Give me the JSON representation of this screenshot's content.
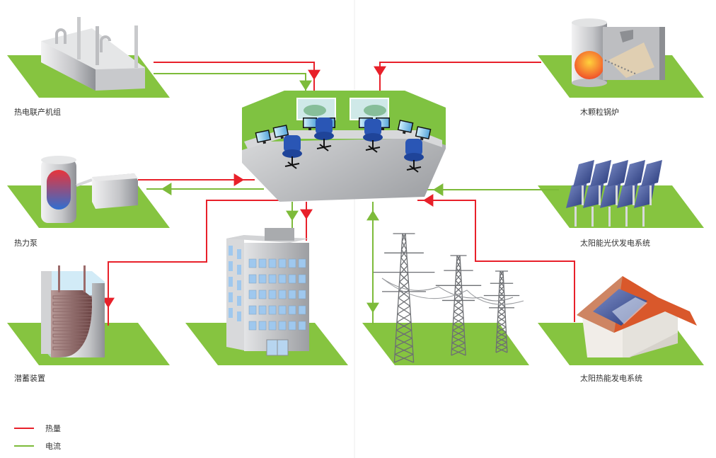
{
  "colors": {
    "heat": "#e8202a",
    "electricity": "#7dbb3a",
    "ground": "#86c440",
    "floor": "#b9bbbe",
    "wall": "#7fc241",
    "metal": "#c9cacc",
    "chair": "#2a56b5",
    "panel": "#3b4f93",
    "roof": "#d9582b",
    "window": "#9fc8ee"
  },
  "nodes": {
    "chp": {
      "label": "热电联产机组",
      "icon": "chp-plant-icon"
    },
    "heat_pump": {
      "label": "热力泵",
      "icon": "heat-pump-icon"
    },
    "storage": {
      "label": "潜蓄装置",
      "icon": "storage-tank-icon"
    },
    "building": {
      "label": "",
      "icon": "office-building-icon"
    },
    "grid": {
      "label": "",
      "icon": "power-tower-icon"
    },
    "pellet_boiler": {
      "label": "木颗粒锅炉",
      "icon": "pellet-boiler-icon"
    },
    "pv": {
      "label": "太阳能光伏发电系统",
      "icon": "solar-panel-icon"
    },
    "solar_thermal": {
      "label": "太阳热能发电系统",
      "icon": "solar-house-icon"
    },
    "control": {
      "label": "",
      "icon": "control-room-icon"
    }
  },
  "flows": [
    {
      "from": "chp",
      "to": "control",
      "type": "heat"
    },
    {
      "from": "chp",
      "to": "control",
      "type": "electricity"
    },
    {
      "from": "pellet_boiler",
      "to": "control",
      "type": "heat"
    },
    {
      "from": "heat_pump",
      "to": "control",
      "type": "heat"
    },
    {
      "from": "control",
      "to": "heat_pump",
      "type": "electricity"
    },
    {
      "from": "control",
      "to": "storage",
      "type": "heat"
    },
    {
      "from": "control",
      "to": "building",
      "type": "electricity"
    },
    {
      "from": "control",
      "to": "building",
      "type": "heat"
    },
    {
      "from": "grid",
      "to": "control",
      "type": "electricity"
    },
    {
      "from": "control",
      "to": "grid",
      "type": "electricity"
    },
    {
      "from": "pv",
      "to": "control",
      "type": "electricity"
    },
    {
      "from": "solar_thermal",
      "to": "control",
      "type": "heat"
    }
  ],
  "legend": [
    {
      "label": "热量",
      "type": "heat"
    },
    {
      "label": "电流",
      "type": "electricity"
    }
  ]
}
